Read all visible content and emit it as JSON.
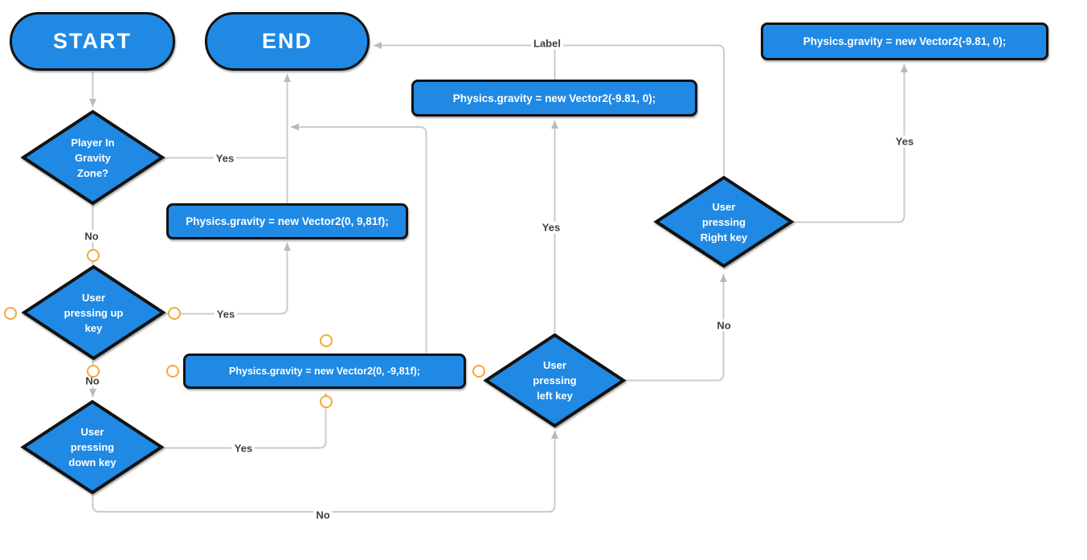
{
  "palette": {
    "canvas_bg": "#ffffff",
    "node_fill": "#2089E4",
    "node_border": "#121212",
    "node_text": "#ffffff",
    "connector": "#cbcbcb",
    "arrow": "#b9b9b9",
    "label_text": "#3f3f3f",
    "label_bg": "#ffffff",
    "anchor_ring": "#F2A93B",
    "anchor_fill": "#ffffff"
  },
  "nodes": {
    "start": {
      "type": "terminator",
      "label": "START"
    },
    "end": {
      "type": "terminator",
      "label": "END"
    },
    "player_in_gravity_zone": {
      "type": "decision",
      "label": [
        "Player In",
        "Gravity",
        "Zone?"
      ]
    },
    "pressing_up": {
      "type": "decision",
      "label": [
        "User",
        "pressing up",
        "key"
      ]
    },
    "pressing_down": {
      "type": "decision",
      "label": [
        "User",
        "pressing",
        "down key"
      ]
    },
    "pressing_left": {
      "type": "decision",
      "label": [
        "User",
        "pressing",
        "left key"
      ]
    },
    "pressing_right": {
      "type": "decision",
      "label": [
        "User",
        "pressing",
        "Right key"
      ]
    },
    "gravity_up_code": {
      "type": "process",
      "label": "Physics.gravity = new Vector2(0, 9,81f);"
    },
    "gravity_down_code": {
      "type": "process",
      "label": "Physics.gravity = new Vector2(0, -9,81f);"
    },
    "gravity_left_code": {
      "type": "process",
      "label": "Physics.gravity = new Vector2(-9.81, 0);"
    },
    "gravity_right_code": {
      "type": "process",
      "label": "Physics.gravity = new Vector2(-9.81, 0);"
    }
  },
  "edge_labels": {
    "player_yes": "Yes",
    "player_no": "No",
    "up_yes": "Yes",
    "up_no": "No",
    "down_yes": "Yes",
    "down_no": "No",
    "left_yes": "Yes",
    "left_no": "No",
    "right_yes": "Yes",
    "right_placeholder": "Label"
  }
}
